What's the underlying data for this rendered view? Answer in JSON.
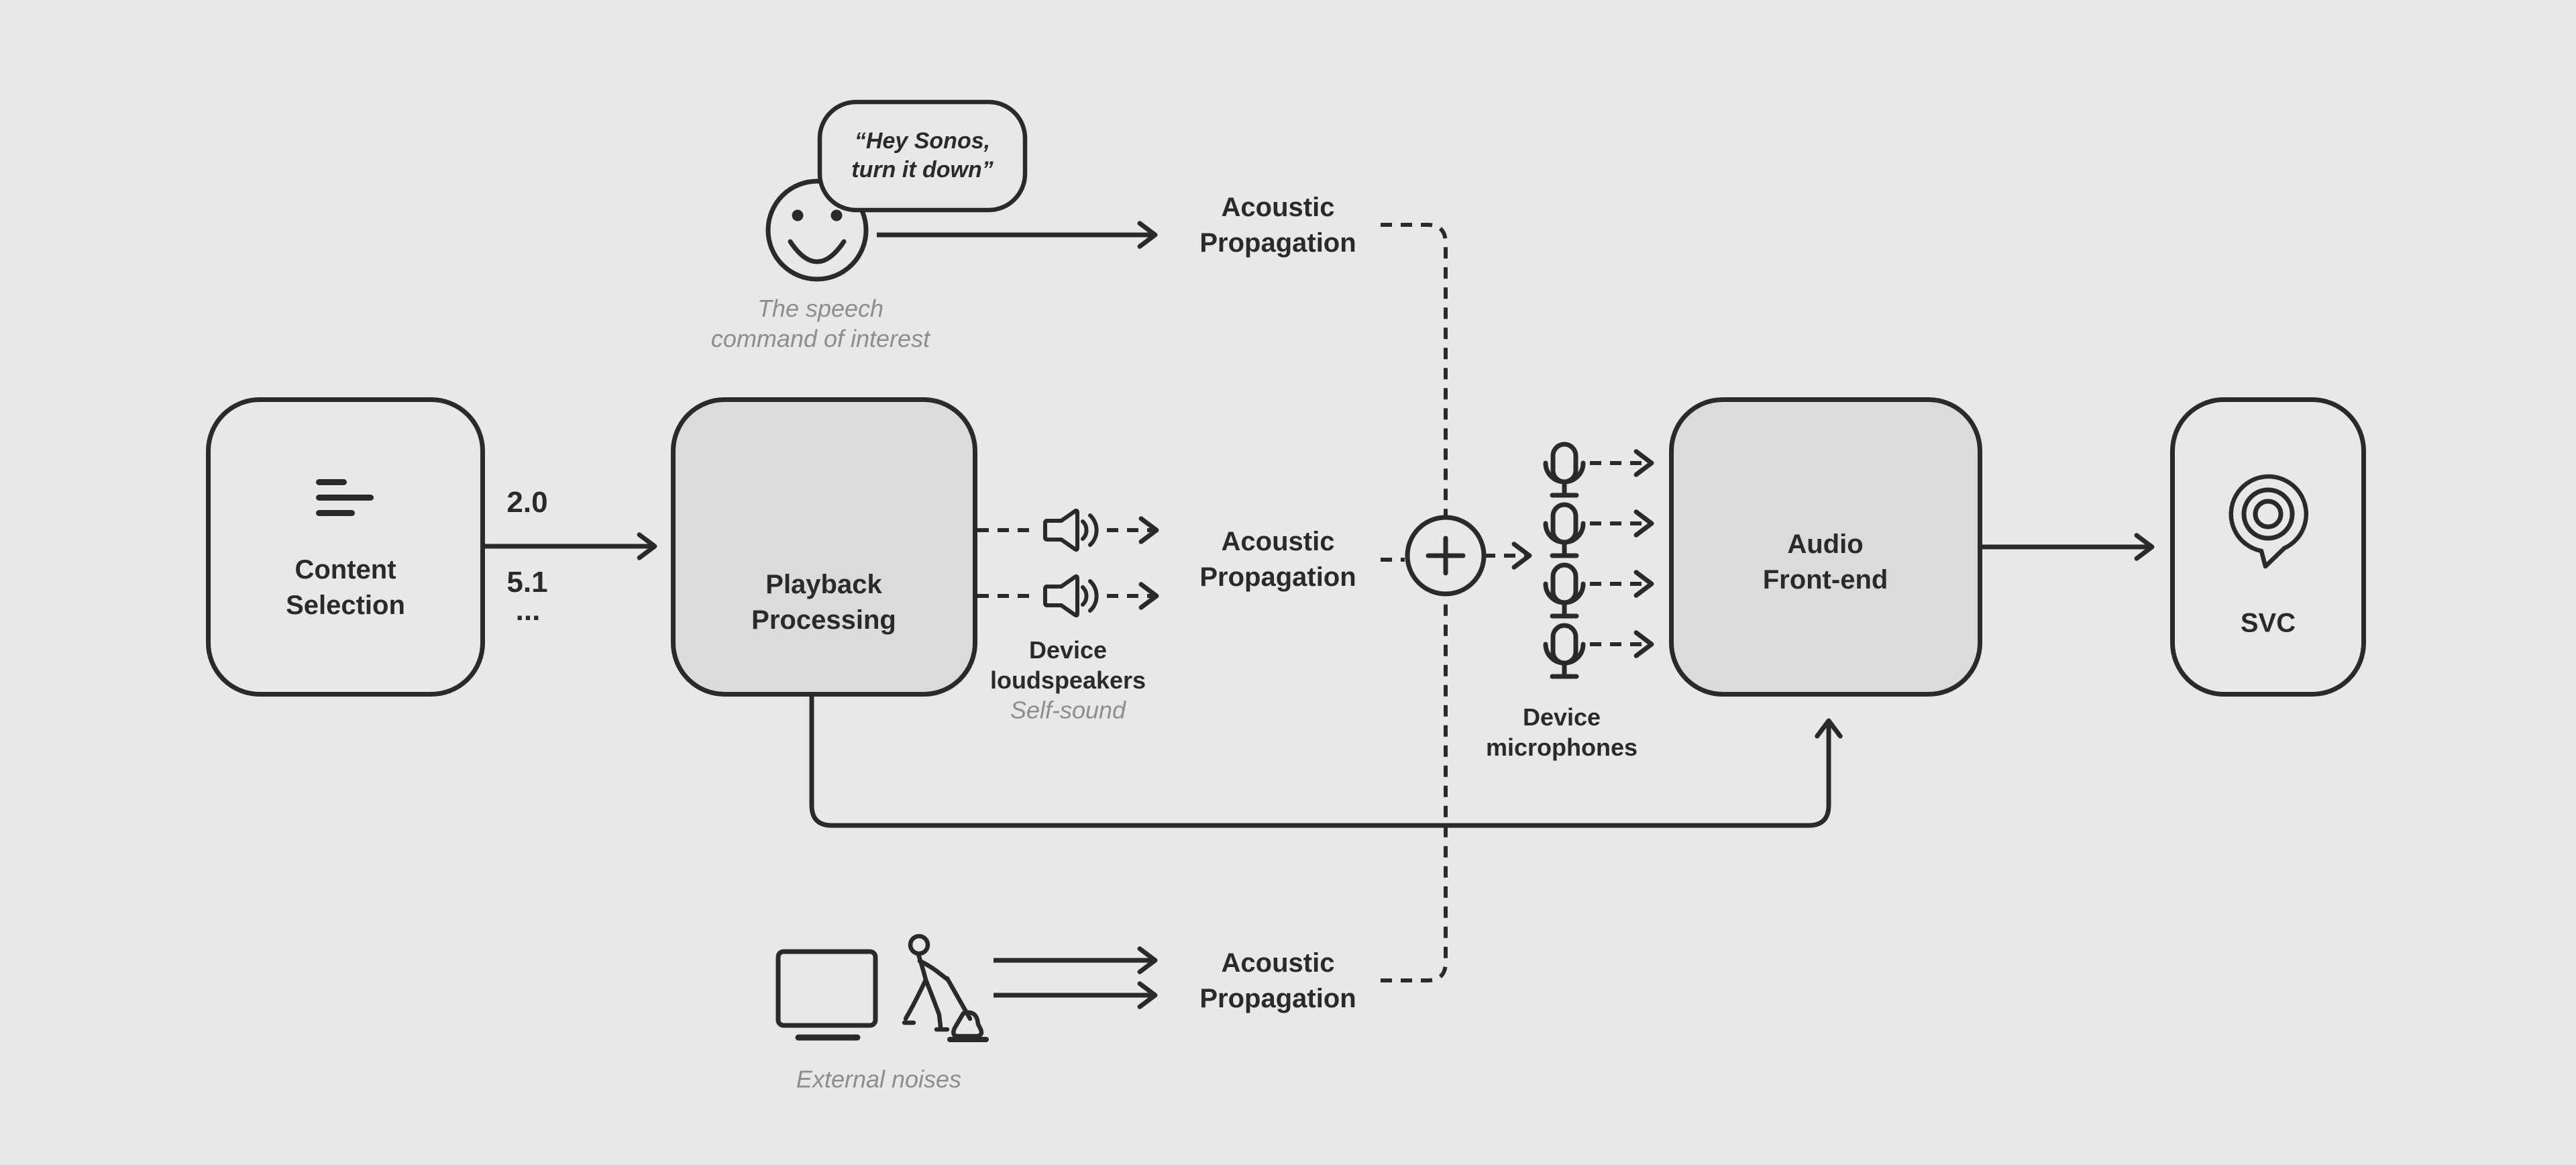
{
  "colors": {
    "background": "#e9e8e6",
    "box_fill": "#dcdbd9",
    "stroke": "#2a2a2a",
    "muted_text": "#8d8d8d"
  },
  "speech_bubble": {
    "line1": "“Hey Sonos,",
    "line2": "turn it down”"
  },
  "speech_caption": {
    "line1": "The speech",
    "line2": "command of interest"
  },
  "acoustic_propagation": {
    "line1": "Acoustic",
    "line2": "Propagation"
  },
  "nodes": {
    "content_selection": {
      "line1": "Content",
      "line2": "Selection"
    },
    "playback_processing": {
      "line1": "Playback",
      "line2": "Processing"
    },
    "audio_front_end": {
      "line1": "Audio",
      "line2": "Front-end"
    },
    "svc": {
      "label": "SVC"
    }
  },
  "channel_labels": {
    "stereo": "2.0",
    "surround": "5.1",
    "more": "..."
  },
  "device_loudspeakers": {
    "line1": "Device",
    "line2": "loudspeakers"
  },
  "self_sound": "Self-sound",
  "device_microphones": {
    "line1": "Device",
    "line2": "microphones"
  },
  "external_noises": "External noises",
  "sum_node": {
    "symbol": "+"
  }
}
